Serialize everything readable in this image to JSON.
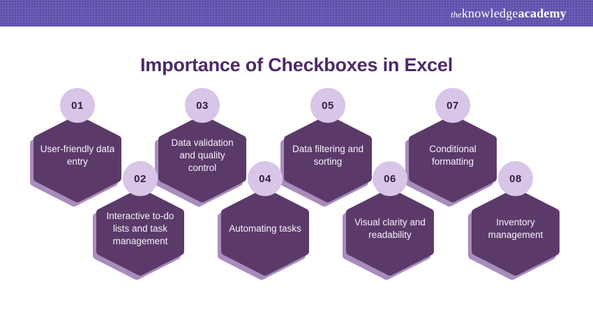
{
  "header": {
    "logo_the": "the",
    "logo_knowledge": "knowledge",
    "logo_academy": "academy"
  },
  "title": "Importance of Checkboxes in Excel",
  "colors": {
    "header_bar": "#6A5BB5",
    "title_text": "#4D2A66",
    "hexagon_fill": "#5B3A6A",
    "hexagon_shadow": "#A98CBE",
    "badge_fill": "#D8C5E8",
    "badge_text": "#2F1F3D",
    "hexagon_text": "#F7F1FA"
  },
  "items": [
    {
      "number": "01",
      "label": "User-friendly data entry"
    },
    {
      "number": "02",
      "label": "Interactive to-do lists and task management"
    },
    {
      "number": "03",
      "label": "Data validation and quality control"
    },
    {
      "number": "04",
      "label": "Automating tasks"
    },
    {
      "number": "05",
      "label": "Data filtering and sorting"
    },
    {
      "number": "06",
      "label": "Visual clarity and readability"
    },
    {
      "number": "07",
      "label": "Conditional formatting"
    },
    {
      "number": "08",
      "label": "Inventory management"
    }
  ]
}
